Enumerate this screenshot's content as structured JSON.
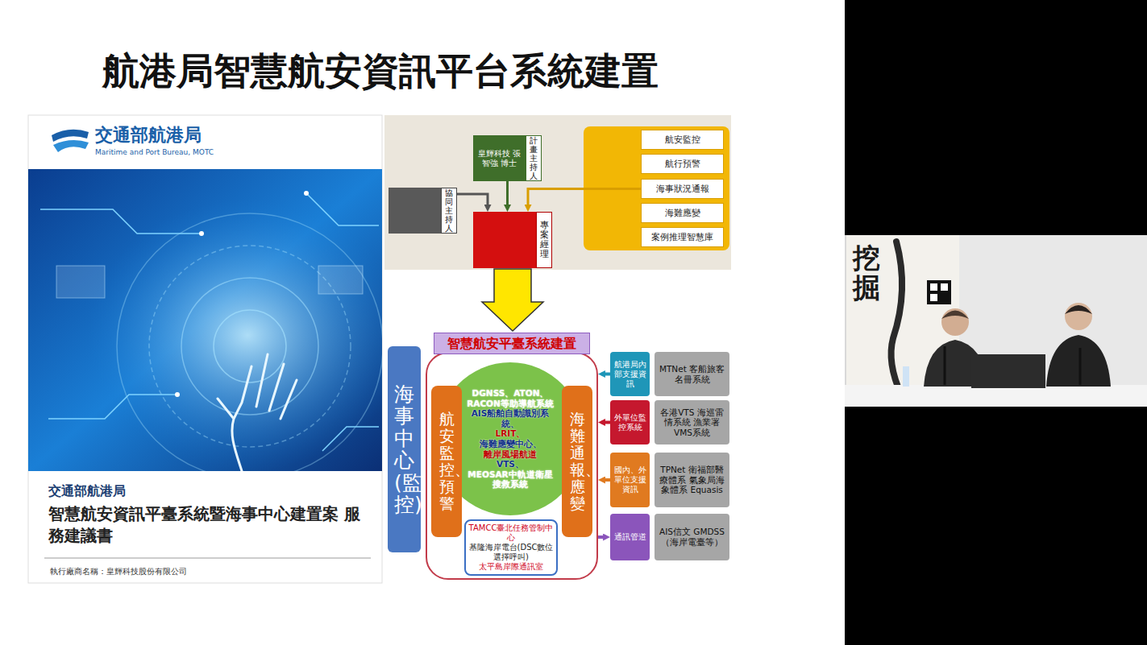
{
  "diagram": {
    "title": "航港局智慧航安資訊平台系統建置",
    "nodes": [
      {
        "text": [
          "皇輝科技 張智強 博士",
          "計畫主持人"
        ]
      },
      {
        "text": [
          "協同主持人"
        ]
      },
      {
        "text": [
          "專案經理"
        ]
      },
      {
        "text": [
          "航安監控"
        ]
      },
      {
        "text": [
          "航行預警"
        ]
      },
      {
        "text": [
          "海事狀況通報"
        ]
      },
      {
        "text": [
          "海難應變"
        ]
      },
      {
        "text": [
          "案例推理智慧庫"
        ]
      },
      {
        "text": [
          "海事中心(監控)"
        ]
      },
      {
        "text": [
          "智慧航安平臺系統建置"
        ]
      },
      {
        "text": [
          "DGNSS、ATON、RACON等助導航系統",
          "AIS船舶自動識別系統、",
          "LRIT、",
          "海難應變中心、",
          "離岸風場航道",
          "VTS、",
          "MEOSAR中軌道衛星搜救系統"
        ],
        "in": 9
      },
      {
        "text": [
          "航安監控、預警"
        ],
        "in": 9
      },
      {
        "text": [
          "海難通報、應變"
        ],
        "in": 9
      },
      {
        "text": [
          "TAMCC臺北任務管制中心",
          "基隆海岸電台(DSC數位選擇呼叫)",
          "太平島岸際通訊室"
        ],
        "in": 9
      },
      {
        "text": [
          "航港局內部支援資訊"
        ]
      },
      {
        "text": [
          "MTNet 客船旅客名冊系統"
        ]
      },
      {
        "text": [
          "外單位監控系統"
        ]
      },
      {
        "text": [
          "各港VTS 海巡雷情系統 漁業署VMS系統"
        ]
      },
      {
        "text": [
          "國內、外單位支援資訊"
        ]
      },
      {
        "text": [
          "TPNet 衛福部醫療體系 氣象局海象體系 Equasis"
        ]
      },
      {
        "text": [
          "通訊管道"
        ]
      },
      {
        "text": [
          "AIS信文 GMDSS（海岸電臺等）"
        ]
      }
    ],
    "edges": [
      {
        "from": 0,
        "to": 2,
        "arrow": "to"
      },
      {
        "from": 1,
        "to": 2,
        "arrow": "to"
      },
      {
        "from": 5,
        "to": 2,
        "arrow": "to"
      },
      {
        "from": 2,
        "to": 9,
        "arrow": "to"
      },
      {
        "from": 14,
        "to": 9,
        "arrow": "to"
      },
      {
        "from": 16,
        "to": 9,
        "arrow": "to"
      },
      {
        "from": 18,
        "to": 9,
        "arrow": "to"
      },
      {
        "from": 9,
        "to": 20,
        "arrow": "to"
      }
    ],
    "labels": [
      "交通部航港局",
      "Maritime and Port Bureau, MOTC",
      "交通部航港局",
      "智慧航安資訊平臺系統暨海事中心建置案 服務建議書",
      "執行廠商名稱：皇輝科技股份有限公司",
      "挖掘"
    ]
  }
}
